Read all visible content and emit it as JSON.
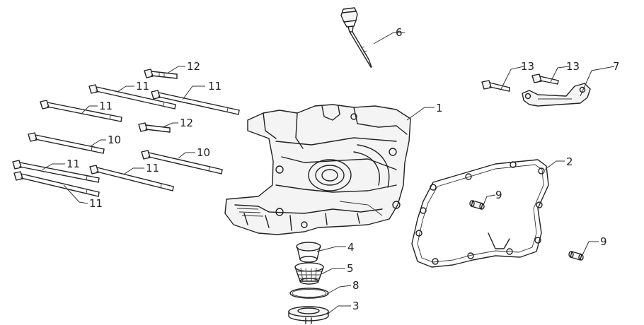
{
  "callouts": {
    "c1": "1",
    "c2": "2",
    "c3": "3",
    "c4": "4",
    "c5": "5",
    "c6": "6",
    "c7": "7",
    "c8": "8",
    "c9a": "9",
    "c9b": "9",
    "c10a": "10",
    "c10b": "10",
    "c11a": "11",
    "c11b": "11",
    "c11c": "11",
    "c11d": "11",
    "c11e": "11",
    "c11f": "11",
    "c12a": "12",
    "c12b": "12",
    "c13a": "13",
    "c13b": "13"
  },
  "colors": {
    "line": "#222222",
    "background": "#ffffff"
  }
}
